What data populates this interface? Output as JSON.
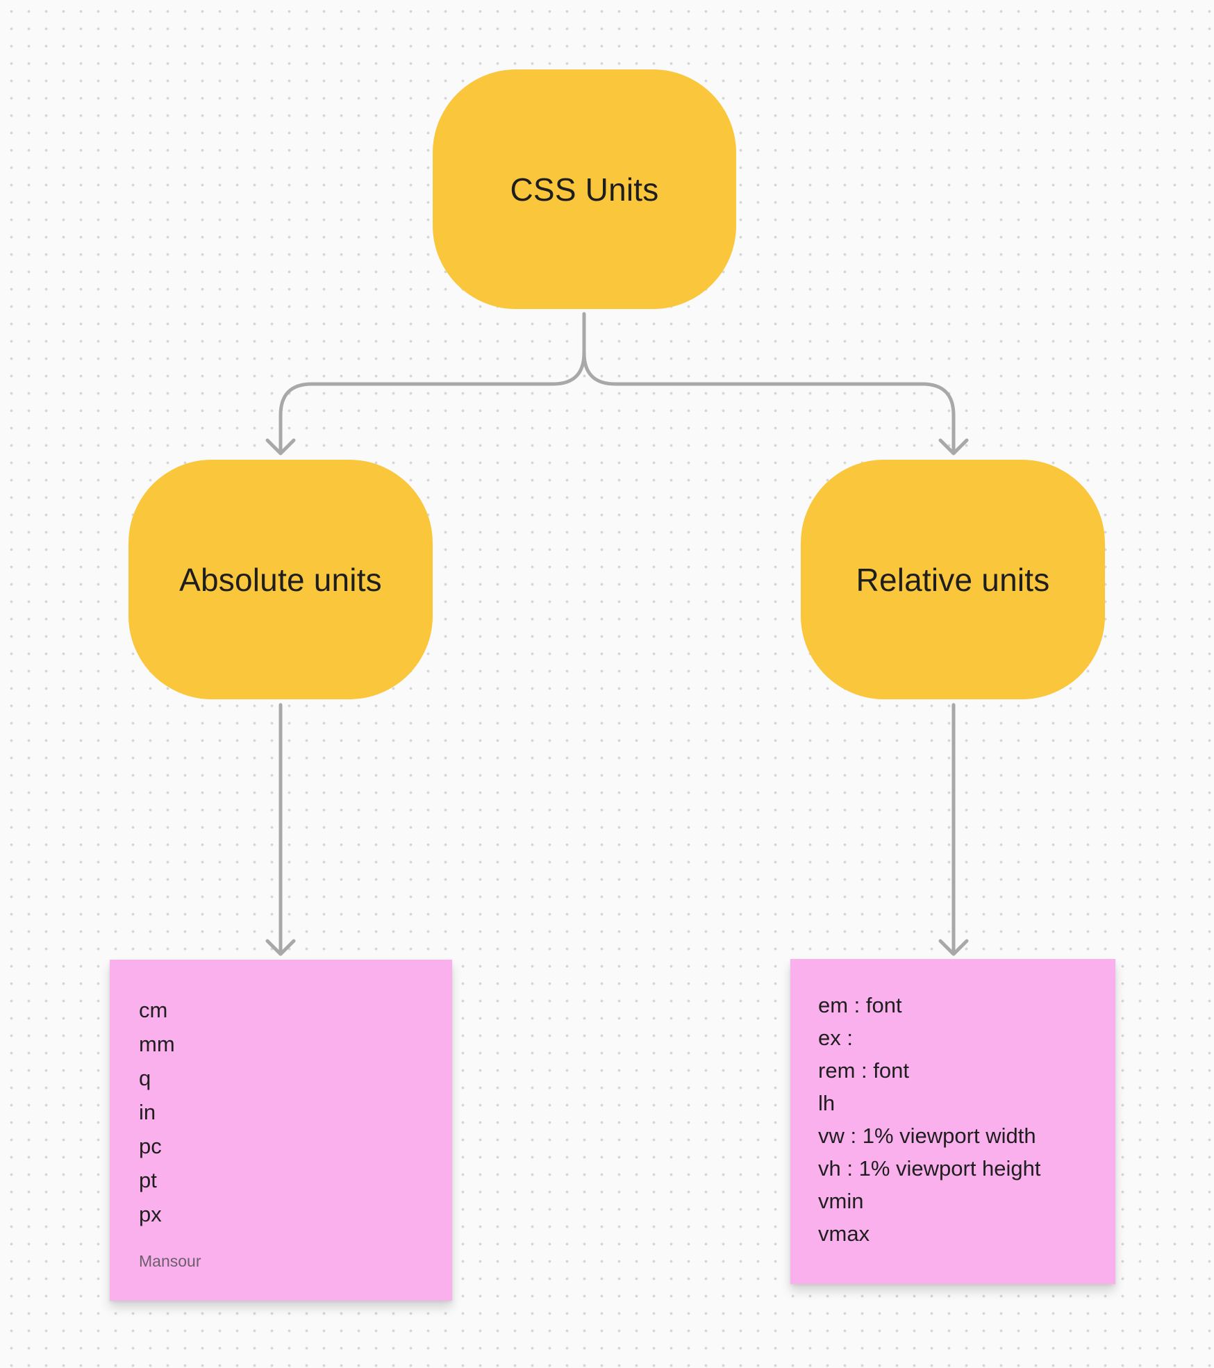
{
  "colors": {
    "node_fill": "#fac63c",
    "sticky_fill": "#fbb0ee",
    "connector": "#a8a8a8",
    "canvas_background": "#fafafa",
    "grid_dot": "#d6d6d6"
  },
  "nodes": {
    "root": {
      "label": "CSS Units"
    },
    "absolute": {
      "label": "Absolute units"
    },
    "relative": {
      "label": "Relative units"
    }
  },
  "sticky_notes": {
    "absolute": {
      "items": [
        "cm",
        "mm",
        "q",
        "in",
        "pc",
        "pt",
        "px"
      ],
      "author": "Mansour"
    },
    "relative": {
      "items": [
        "em : font",
        "ex :",
        "rem : font",
        "lh",
        "vw : 1% viewport width",
        "vh : 1% viewport height",
        "vmin",
        "vmax"
      ]
    }
  },
  "edges": [
    {
      "from": "CSS Units",
      "to": "Absolute units"
    },
    {
      "from": "CSS Units",
      "to": "Relative units"
    },
    {
      "from": "Absolute units",
      "to": "absolute-sticky-note"
    },
    {
      "from": "Relative units",
      "to": "relative-sticky-note"
    }
  ]
}
